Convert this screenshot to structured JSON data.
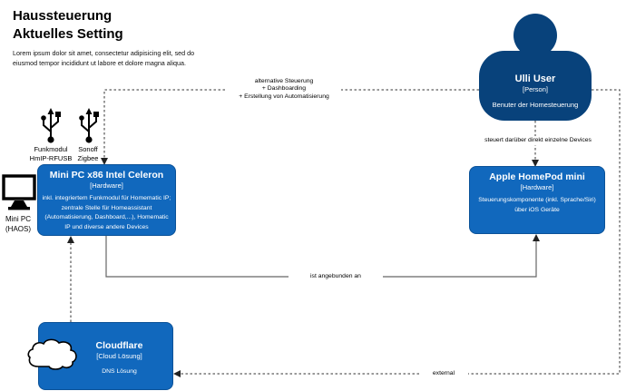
{
  "page": {
    "title_line1": "Haussteuerung",
    "title_line2": "Aktuelles Setting",
    "subtitle_line1": "Lorem ipsum dolor sit amet, consectetur adipisicing elit, sed do",
    "subtitle_line2": "eiusmod tempor incididunt ut labore et dolore magna aliqua."
  },
  "colors": {
    "person_fill": "#08427B",
    "node_fill": "#1168BD",
    "node_border": "#0B5298",
    "solid_line": "#666666",
    "dashed_line": "#333333"
  },
  "nodes": {
    "person": {
      "name": "Ulli User",
      "type": "[Person]",
      "description": "Benuter der Homesteuerung"
    },
    "minipc": {
      "name": "Mini PC x86 Intel Celeron",
      "type": "[Hardware]",
      "description": "inkl. integriertem Funkmodul für Homematic IP; zentrale Stelle für Homeassistant (Automatisierung, Dashboard,...), Homematic IP und diverse andere Devices"
    },
    "homepod": {
      "name": "Apple HomePod mini",
      "type": "[Hardware]",
      "description": "Steuerungskomponente (inkl. Sprache/Siri) über iOS Geräte"
    },
    "cloudflare": {
      "name": "Cloudflare",
      "type": "[Cloud Lösung]",
      "description": "DNS Lösung"
    }
  },
  "peripherals": {
    "usb_funkmodul": {
      "label_line1": "Funkmodul",
      "label_line2": "HmIP-RFUSB"
    },
    "usb_sonoff": {
      "label_line1": "Sonoff",
      "label_line2": "Zigbee"
    },
    "monitor": {
      "label_line1": "Mini PC",
      "label_line2": "(HAOS)"
    }
  },
  "edges": {
    "alternative": {
      "label_line1": "alternative Steuerung",
      "label_line2": "+ Dashboarding",
      "label_line3": "+ Erstellung von Automatisierung"
    },
    "steuert": {
      "label": "steuert darüber direkt einzelne Devices"
    },
    "angebunden": {
      "label": "ist angebunden an"
    },
    "external": {
      "label": "external"
    }
  }
}
